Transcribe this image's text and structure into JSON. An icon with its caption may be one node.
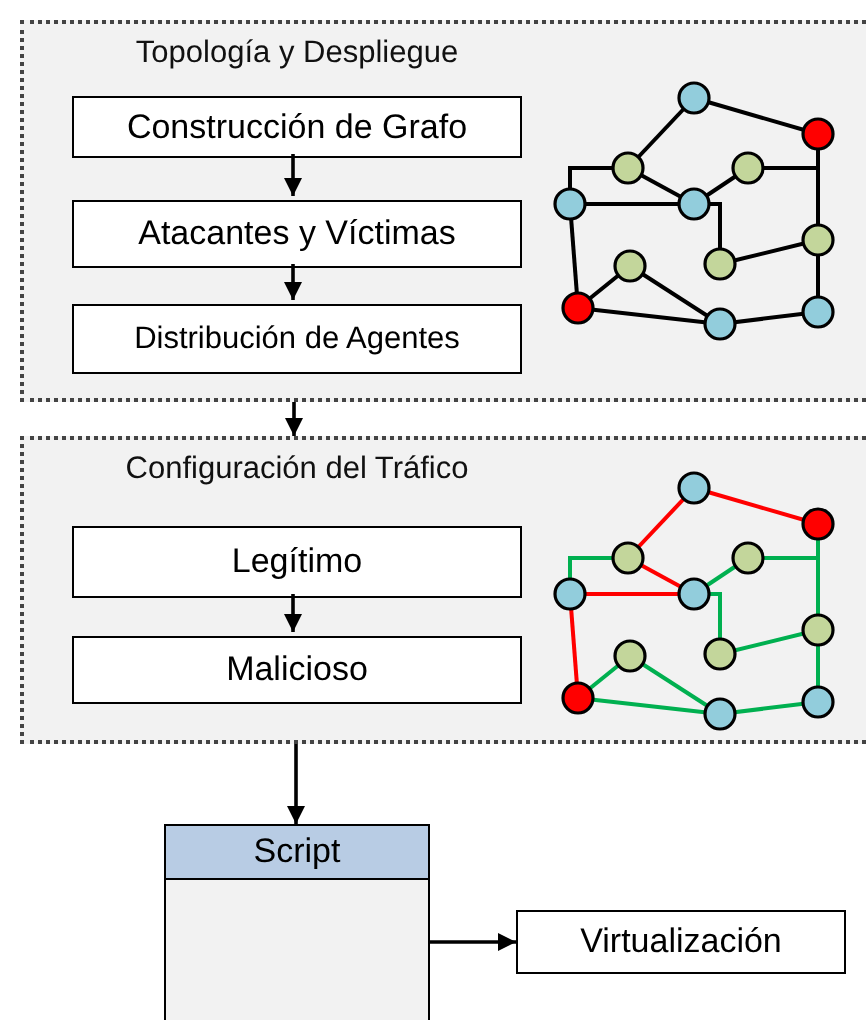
{
  "diagram": {
    "nodes": [
      {
        "text": [
          "Topología y Despliegue"
        ]
      },
      {
        "text": [
          "Construcción de Grafo"
        ],
        "in": 0
      },
      {
        "text": [
          "Atacantes y Víctimas"
        ],
        "in": 0
      },
      {
        "text": [
          "Distribución de Agentes"
        ],
        "in": 0
      },
      {
        "text": [
          "Configuración del Tráfico"
        ]
      },
      {
        "text": [
          "Legítimo"
        ],
        "in": 4
      },
      {
        "text": [
          "Malicioso"
        ],
        "in": 4
      },
      {
        "text": [
          "Script"
        ]
      },
      {
        "text": [
          "Virtualización"
        ]
      }
    ],
    "edges": [
      {
        "from": 1,
        "to": 2,
        "arrow": "to"
      },
      {
        "from": 2,
        "to": 3,
        "arrow": "to"
      },
      {
        "from": 0,
        "to": 4,
        "arrow": "to"
      },
      {
        "from": 5,
        "to": 6,
        "arrow": "to"
      },
      {
        "from": 4,
        "to": 7,
        "arrow": "to"
      },
      {
        "from": 7,
        "to": 8,
        "arrow": "to"
      }
    ]
  }
}
